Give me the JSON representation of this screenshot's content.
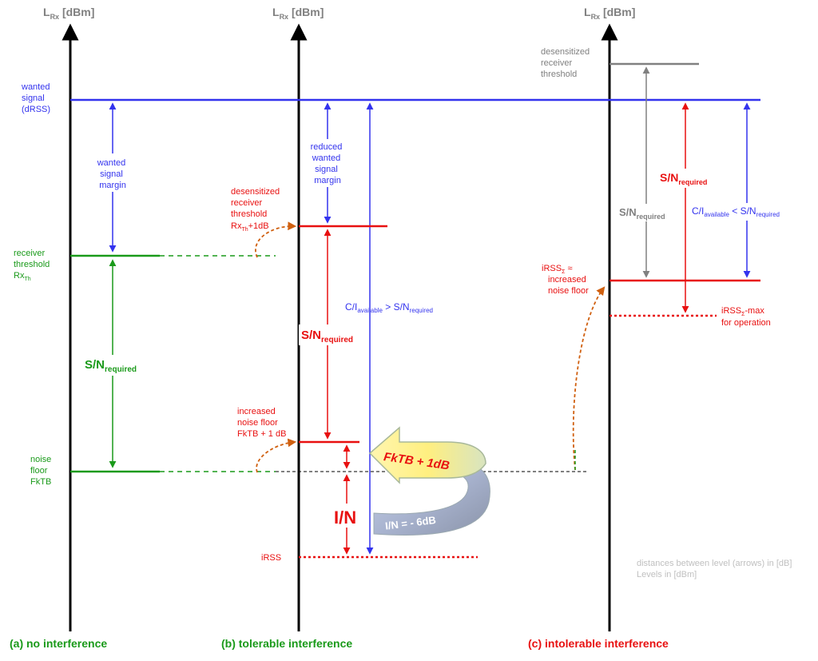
{
  "axis": {
    "title_main": "L",
    "title_sub": "Rx",
    "title_unit": " [dBm]"
  },
  "panel_a": {
    "caption": "(a) no interference",
    "wanted_signal": [
      "wanted",
      "signal",
      "(dRSS)"
    ],
    "wanted_margin": [
      "wanted",
      "signal",
      "margin"
    ],
    "receiver_threshold": [
      "receiver",
      "threshold"
    ],
    "rx_main": "Rx",
    "rx_sub": "Th",
    "sn_main": "S/N",
    "sn_sub": "required",
    "noise_floor": [
      "noise",
      "floor",
      "FkTB"
    ]
  },
  "panel_b": {
    "caption": "(b) tolerable interference",
    "reduced_margin": [
      "reduced",
      "wanted",
      "signal",
      "margin"
    ],
    "desens": [
      "desensitized",
      "receiver",
      "threshold"
    ],
    "desens_rx_main": "Rx",
    "desens_rx_sub": "Th",
    "desens_rx_suffix": "+1dB",
    "ci_main": "C/I",
    "ci_sub": "available",
    "ci_op": " > S/N",
    "ci_sub2": "required",
    "sn_main": "S/N",
    "sn_sub": "required",
    "increased_floor": [
      "increased",
      "noise floor",
      "FkTB + 1 dB"
    ],
    "in_label": "I/N",
    "irss": "iRSS",
    "fktb_arrow": "FkTB + 1dB",
    "in_arrow": "I/N = - 6dB"
  },
  "panel_c": {
    "caption": "(c) intolerable interference",
    "desens": [
      "desensitized",
      "receiver",
      "threshold"
    ],
    "sn_gray_main": "S/N",
    "sn_gray_sub": "required",
    "sn_red_main": "S/N",
    "sn_red_sub": "required",
    "ci_main": "C/I",
    "ci_sub": "available",
    "ci_op": " < S/N",
    "ci_sub2": "required",
    "irss_increased_main": "iRSS",
    "irss_increased_sub": "Σ",
    "irss_increased_suffix": " ≈",
    "irss_increased_lines": [
      "increased",
      "noise floor"
    ],
    "irss_max_main": "iRSS",
    "irss_max_sub": "Σ",
    "irss_max_suffix": "-max",
    "irss_max_line2": "for operation"
  },
  "note": [
    "distances between level (arrows) in [dB]",
    "Levels in [dBm]"
  ],
  "colors": {
    "blue": "#3333ee",
    "green": "#1a9a1a",
    "red": "#e81010",
    "gray": "#808080",
    "orange": "#d06010"
  }
}
